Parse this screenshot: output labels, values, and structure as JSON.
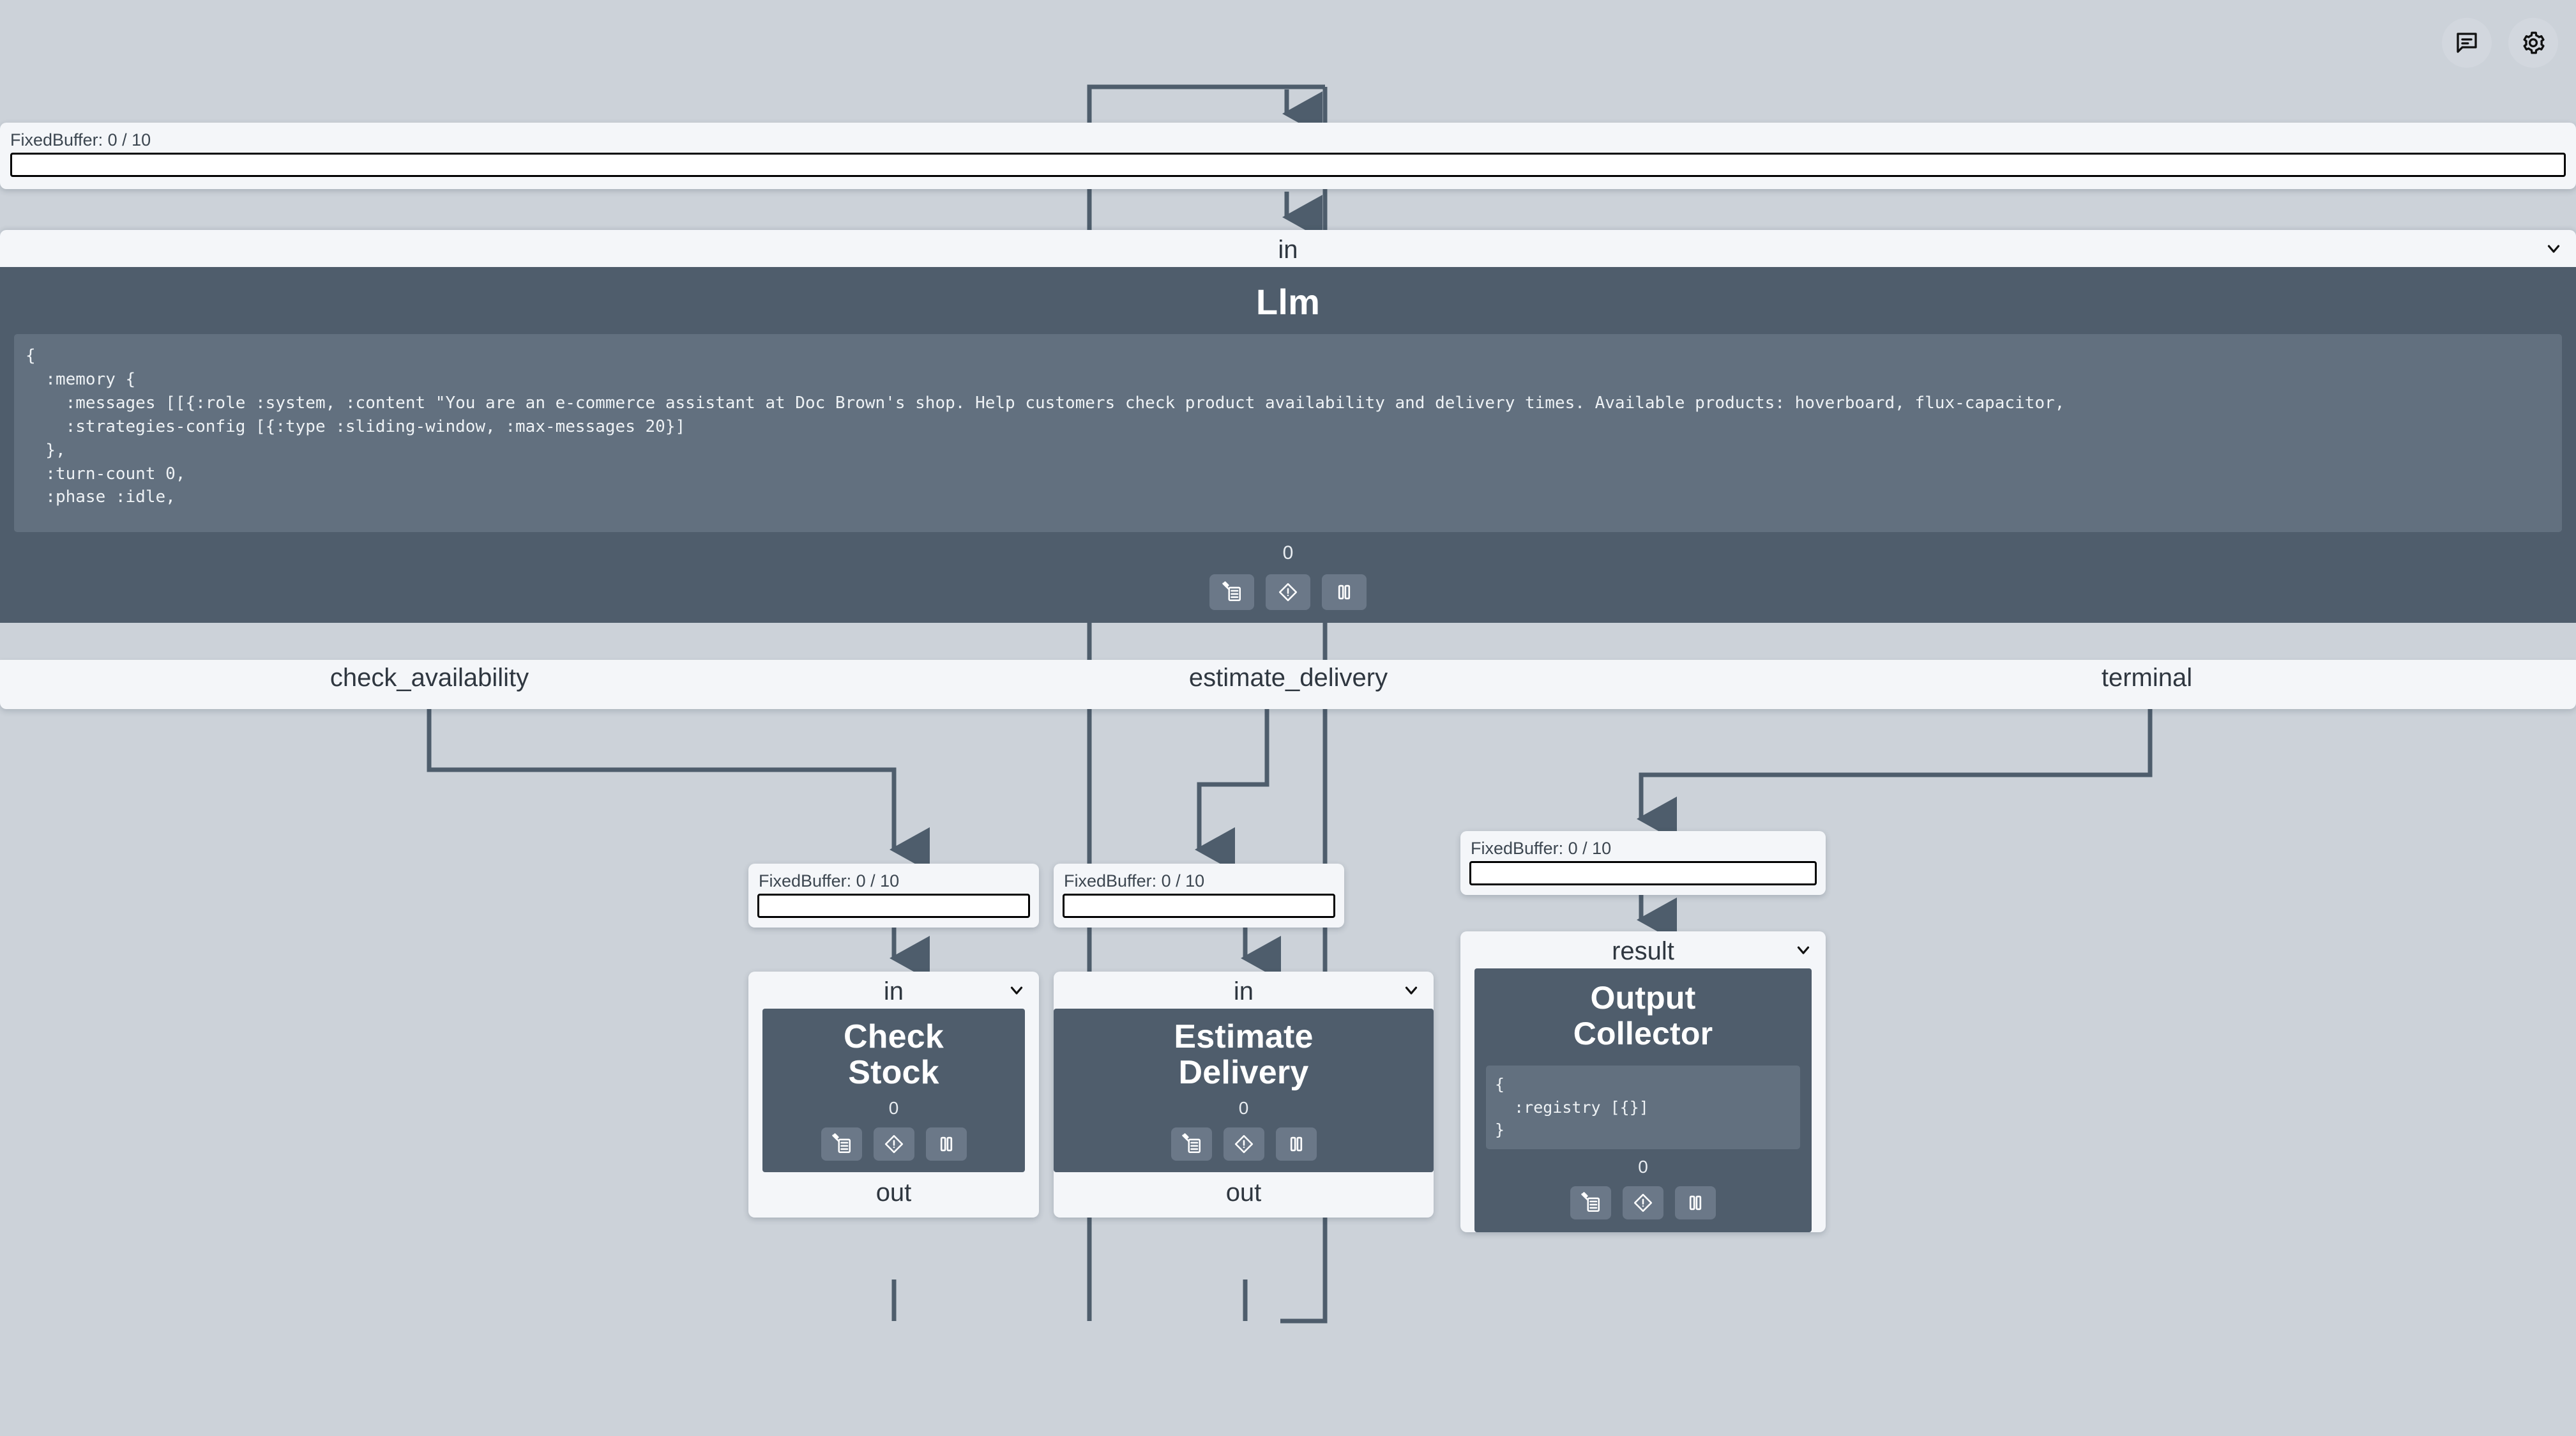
{
  "topbar": {
    "buttons": [
      {
        "name": "chat-icon",
        "label": "Chat"
      },
      {
        "name": "gear-icon",
        "label": "Settings"
      }
    ]
  },
  "colors": {
    "canvas_bg": "#ccd2d9",
    "panel_bg": "#f4f6f9",
    "node_body": "#4f5d6c",
    "code_bg": "#62707f",
    "wire": "#4e5d6c",
    "icon_btn_bg": "#6b7888",
    "text_dark": "#2f3740",
    "text_light": "#ffffff"
  },
  "top_buffer": {
    "label": "FixedBuffer: 0 / 10",
    "fill": 0,
    "capacity": 10
  },
  "llm_node": {
    "in_port": "in",
    "title": "Llm",
    "count": "0",
    "state_code": "{\n  :memory {\n    :messages [[{:role :system, :content \"You are an e-commerce assistant at Doc Brown's shop. Help customers check product availability and delivery times. Available products: hoverboard, flux-capacitor,\n    :strategies-config [{:type :sliding-window, :max-messages 20}]\n  },\n  :turn-count 0,\n  :phase :idle,",
    "buttons": [
      {
        "name": "inject-icon",
        "label": "Inject"
      },
      {
        "name": "error-icon",
        "label": "Error"
      },
      {
        "name": "pause-icon",
        "label": "Pause"
      }
    ],
    "out_ports": [
      {
        "label": "check_availability"
      },
      {
        "label": "estimate_delivery"
      },
      {
        "label": "terminal"
      }
    ]
  },
  "nodes": [
    {
      "id": "check-stock",
      "buffer": {
        "label": "FixedBuffer: 0 / 10"
      },
      "in_port": "in",
      "title": "Check Stock",
      "title_lines": [
        "Check",
        "Stock"
      ],
      "count": "0",
      "out_port": "out",
      "buttons": [
        {
          "name": "inject-icon",
          "label": "Inject"
        },
        {
          "name": "error-icon",
          "label": "Error"
        },
        {
          "name": "pause-icon",
          "label": "Pause"
        }
      ]
    },
    {
      "id": "estimate-delivery",
      "buffer": {
        "label": "FixedBuffer: 0 / 10"
      },
      "in_port": "in",
      "title": "Estimate Delivery",
      "title_lines": [
        "Estimate",
        "Delivery"
      ],
      "count": "0",
      "out_port": "out",
      "buttons": [
        {
          "name": "inject-icon",
          "label": "Inject"
        },
        {
          "name": "error-icon",
          "label": "Error"
        },
        {
          "name": "pause-icon",
          "label": "Pause"
        }
      ]
    },
    {
      "id": "output-collector",
      "buffer": {
        "label": "FixedBuffer: 0 / 10"
      },
      "in_port": "result",
      "title": "Output Collector",
      "title_lines": [
        "Output",
        "Collector"
      ],
      "count": "0",
      "state_code": "{\n  :registry [{}]\n}",
      "buttons": [
        {
          "name": "inject-icon",
          "label": "Inject"
        },
        {
          "name": "error-icon",
          "label": "Error"
        },
        {
          "name": "pause-icon",
          "label": "Pause"
        }
      ]
    }
  ]
}
